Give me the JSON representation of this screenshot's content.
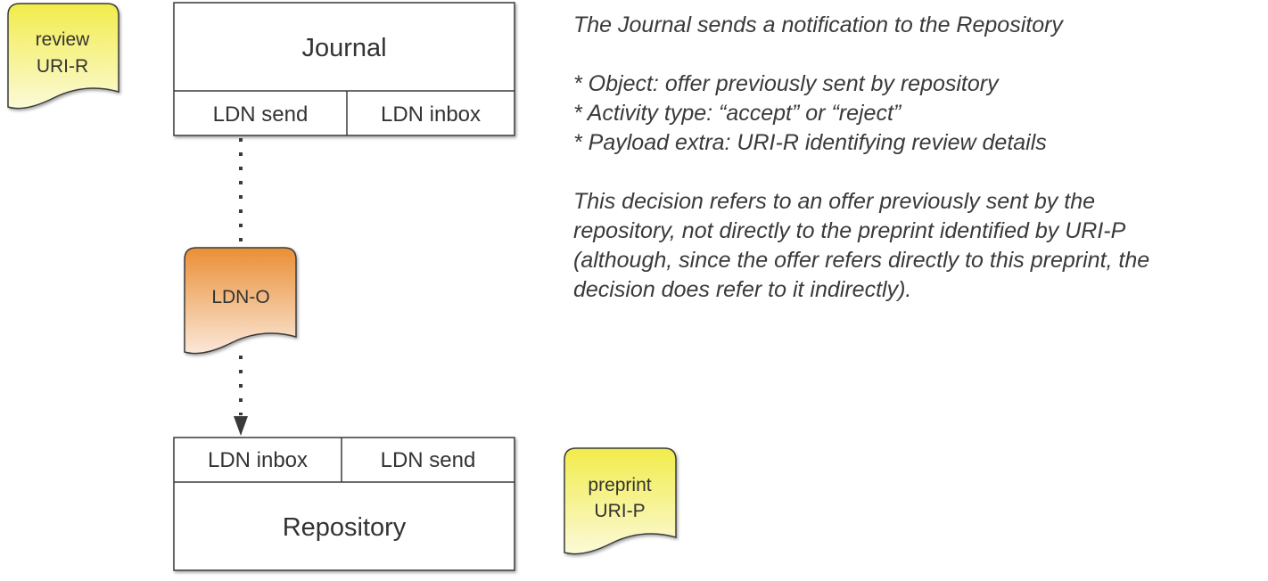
{
  "journal": {
    "title": "Journal",
    "left_port": "LDN send",
    "right_port": "LDN inbox"
  },
  "repository": {
    "title": "Repository",
    "left_port": "LDN inbox",
    "right_port": "LDN send"
  },
  "notes": {
    "review_line1": "review",
    "review_line2": "URI-R",
    "ldn_label": "LDN-O",
    "preprint_line1": "preprint",
    "preprint_line2": "URI-P"
  },
  "colors": {
    "box_stroke": "#3a3a3a",
    "yellow_top": "#f2ec4b",
    "yellow_bottom": "#fbfad8",
    "orange_top": "#ea8f35",
    "orange_bottom": "#fbe8d9"
  },
  "description": {
    "heading": "The Journal sends a notification to the Repository",
    "bullets": [
      "* Object: offer previously sent by repository",
      "* Activity type: “accept” or “reject”",
      "* Payload extra: URI-R identifying review details"
    ],
    "paragraph_lines": [
      "This decision refers to an offer previously sent by the",
      "repository, not directly to the preprint identified by URI-P",
      "(although, since the offer refers directly to this preprint, the",
      "decision does refer to it indirectly)."
    ]
  }
}
